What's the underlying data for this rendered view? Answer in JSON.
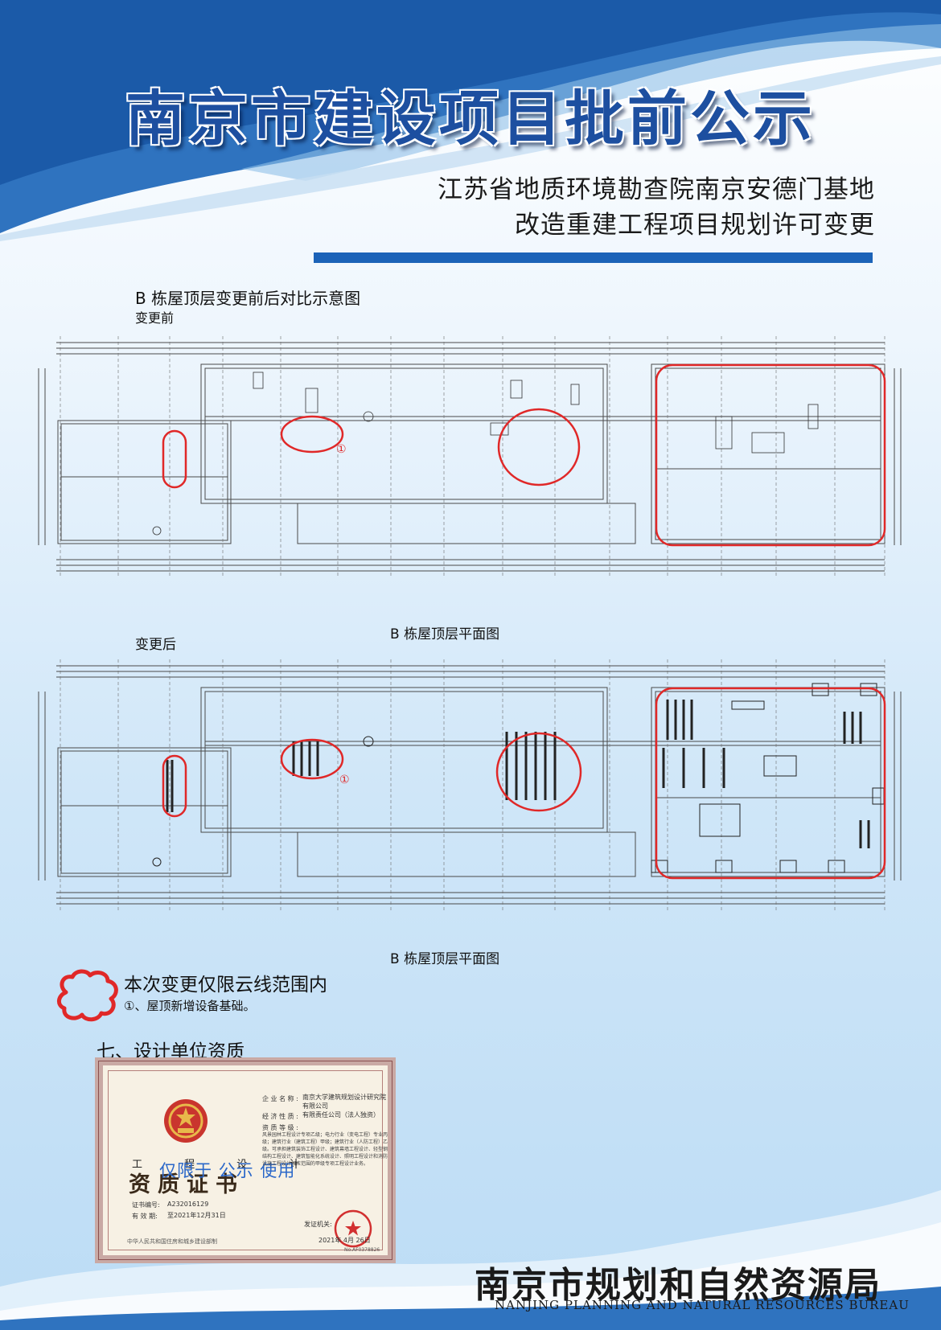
{
  "header": {
    "title": "南京市建设项目批前公示",
    "subtitle_lines": [
      "江苏省地质环境勘查院南京安德门基地",
      "改造重建工程项目规划许可变更"
    ]
  },
  "comparison": {
    "heading": "B 栋屋顶层变更前后对比示意图",
    "before": {
      "label": "变更前",
      "plan_title": "B 栋屋顶层平面图",
      "callout": "①"
    },
    "after": {
      "label": "变更后",
      "plan_title": "B 栋屋顶层平面图",
      "callout": "①"
    }
  },
  "legend": {
    "title": "本次变更仅限云线范围内",
    "note": "①、屋顶新增设备基础。"
  },
  "design_unit": {
    "heading": "七、设计单位资质",
    "certificate": {
      "kind": "工 程 设 计",
      "name": "资质证书",
      "stamp_text": "仅限于  公示    使用",
      "company_label": "企 业 名 称 :",
      "company": "南京大学建筑规划设计研究院有限公司",
      "economic_label": "经 济 性 质 :",
      "economic": "有限责任公司（法人独资）",
      "qualification_label": "资 质 等 级 :",
      "qualification": "风景园林工程设计专项乙级；电力行业（变电工程）专业丙级；建筑行业（建筑工程）甲级；建筑行业（人防工程）乙级。可承担建筑装饰工程设计、建筑幕墙工程设计、轻型钢结构工程设计、建筑智能化系统设计、照明工程设计和消防设施工程设计相应范围的甲级专项工程设计业务。",
      "cert_no_label": "证书编号:",
      "cert_no": "A232016129",
      "valid_label": "有 效 期:",
      "valid": "至2021年12月31日",
      "issuer_label": "发证机关:",
      "issue_date": "2021年  4月  26日",
      "issuer_org": "中华人民共和国住房和城乡建设部制",
      "serial": "No.AF0378826"
    }
  },
  "footer": {
    "bureau_cn": "南京市规划和自然资源局",
    "bureau_en": "NANJING PLANNING AND NATURAL RESOURCES BUREAU"
  },
  "colors": {
    "title_blue": "#1d4fa0",
    "accent_bar": "#1c63b8",
    "cloud_red": "#e02828",
    "drawing_line": "#4a4a4a"
  }
}
